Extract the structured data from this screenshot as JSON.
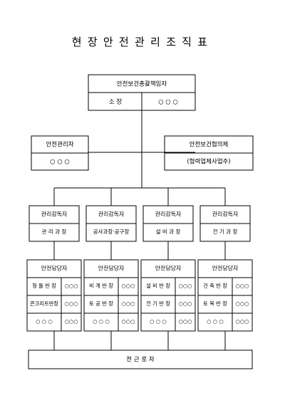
{
  "title": "현장안전관리조직표",
  "top": {
    "label": "안전보건총괄책임자",
    "role": "소 장",
    "name": "○ ○ ○"
  },
  "left_box": {
    "label": "안전관리자",
    "name": "○ ○ ○"
  },
  "right_box": {
    "label": "안전보건협의체",
    "name": "(협력업체사업주)"
  },
  "supervisors": [
    {
      "label": "관리감독자",
      "dept": "관 리 과 장"
    },
    {
      "label": "관리감독자",
      "dept": "공사과장·공구장"
    },
    {
      "label": "관리감독자",
      "dept": "설 비 과 장"
    },
    {
      "label": "관리감독자",
      "dept": "전 기 과 장"
    }
  ],
  "managers": [
    {
      "label": "안전담당자",
      "rows": [
        [
          "형 틀 반 장",
          "○○○"
        ],
        [
          "콘크리트반장",
          "○○○"
        ],
        [
          "○ ○ ○",
          "○○○"
        ]
      ]
    },
    {
      "label": "안전담당자",
      "rows": [
        [
          "비 계 반 장",
          "○○○"
        ],
        [
          "토 공 반 장",
          "○○○"
        ],
        [
          "○ ○ ○",
          "○○○"
        ]
      ]
    },
    {
      "label": "안전담당자",
      "rows": [
        [
          "설 비 반 장",
          "○○○"
        ],
        [
          "전 기 반 장",
          "○○○"
        ],
        [
          "○ ○ ○",
          "○○○"
        ]
      ]
    },
    {
      "label": "안전담당자",
      "rows": [
        [
          "건 축 반 장",
          "○○○"
        ],
        [
          "토 목 반 장",
          "○○○"
        ],
        [
          "○ ○ ○",
          "○○○"
        ]
      ]
    }
  ],
  "bottom": {
    "label": "전 근 로 자"
  }
}
